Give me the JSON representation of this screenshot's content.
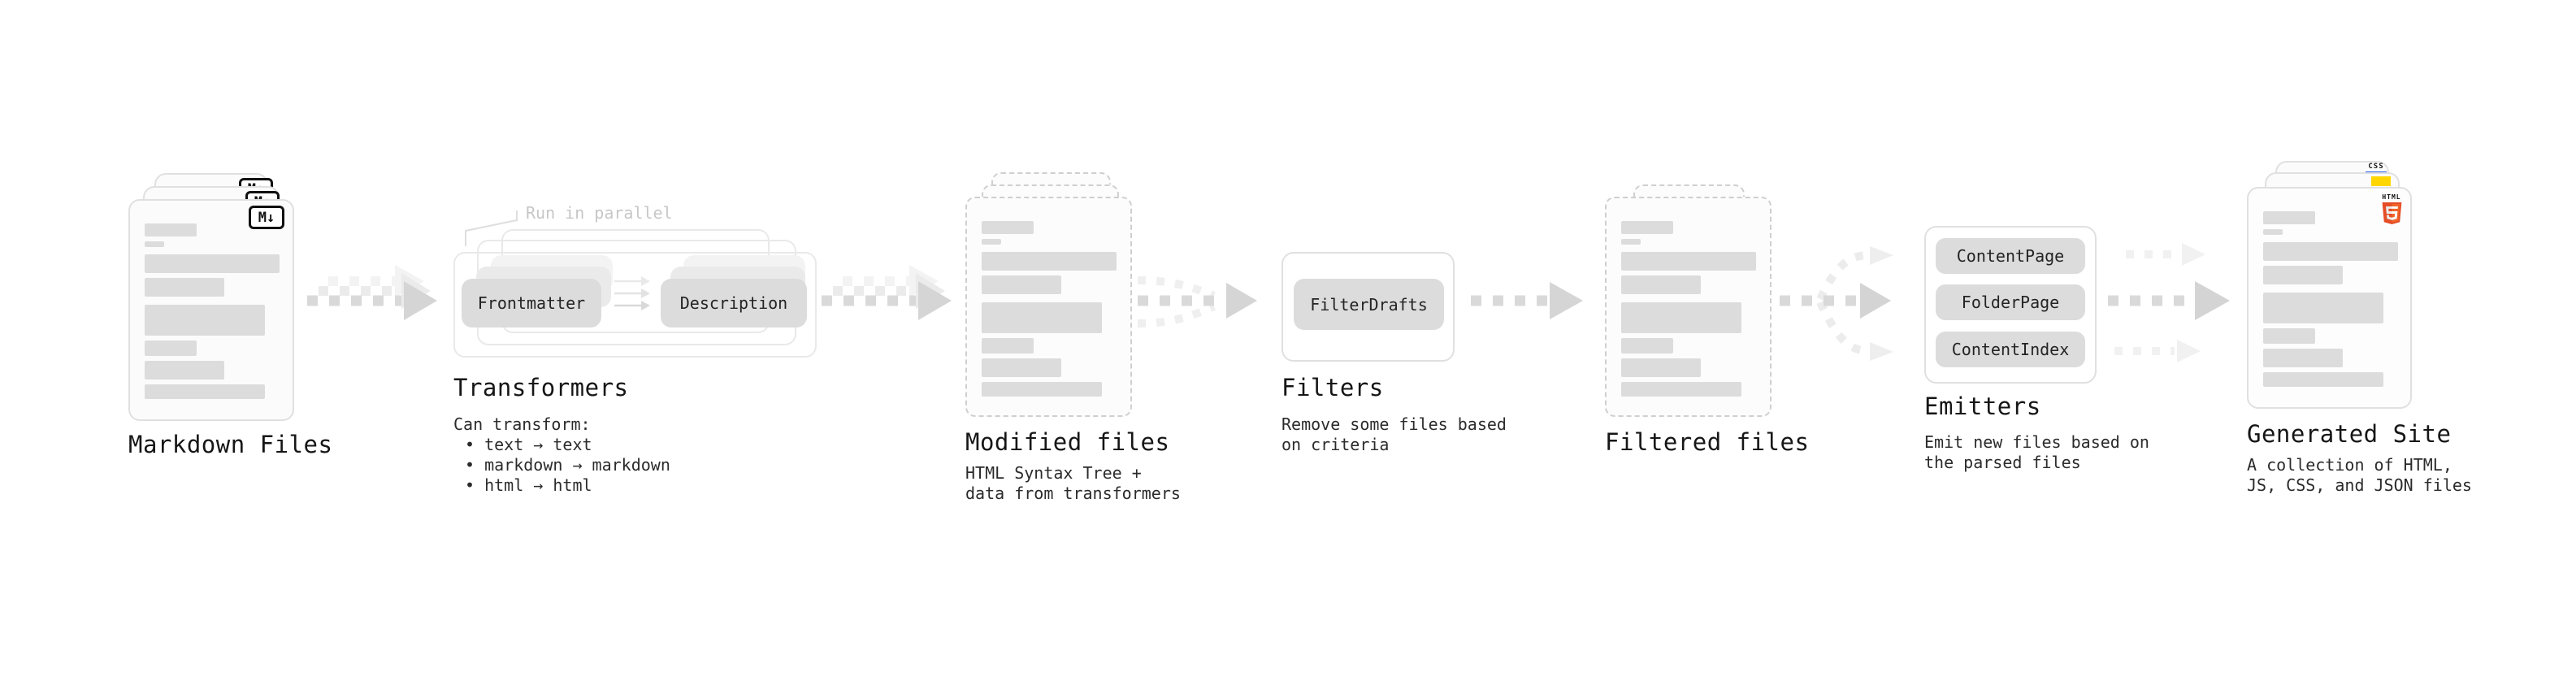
{
  "diagram": {
    "pipeline_order": [
      "Markdown Files",
      "Transformers",
      "Modified files",
      "Filters",
      "Filtered files",
      "Emitters",
      "Generated Site"
    ]
  },
  "markdown": {
    "label": "Markdown Files",
    "badge": "M↓"
  },
  "transformers": {
    "label": "Transformers",
    "annotation": "Run in parallel",
    "frontmatter": "Frontmatter",
    "description": "Description",
    "can_transform": "Can transform:",
    "bullets": [
      "• text → text",
      "• markdown → markdown",
      "• html → html"
    ]
  },
  "modified": {
    "label": "Modified files",
    "desc1": "HTML Syntax Tree +",
    "desc2": "data from transformers"
  },
  "filters": {
    "label": "Filters",
    "pill": "FilterDrafts",
    "desc1": "Remove some files based",
    "desc2": "on criteria"
  },
  "filtered": {
    "label": "Filtered files"
  },
  "emitters": {
    "label": "Emitters",
    "pills": [
      "ContentPage",
      "FolderPage",
      "ContentIndex"
    ],
    "desc1": "Emit new files based on",
    "desc2": "the parsed files"
  },
  "generated": {
    "label": "Generated Site",
    "desc1": "A collection of HTML,",
    "desc2": "JS, CSS, and JSON files",
    "css_badge": "CSS",
    "html_badge_text": "HTML",
    "html_badge_number": "5"
  },
  "colors": {
    "bar_gray": "#dcdcdc",
    "arrow_gray": "#d5d5d5",
    "ghost_gray": "#ececec",
    "annotation_gray": "#c7c7c7",
    "html5_orange": "#e44d26",
    "js_yellow": "#ffd600",
    "css_blue": "#2962f1"
  }
}
